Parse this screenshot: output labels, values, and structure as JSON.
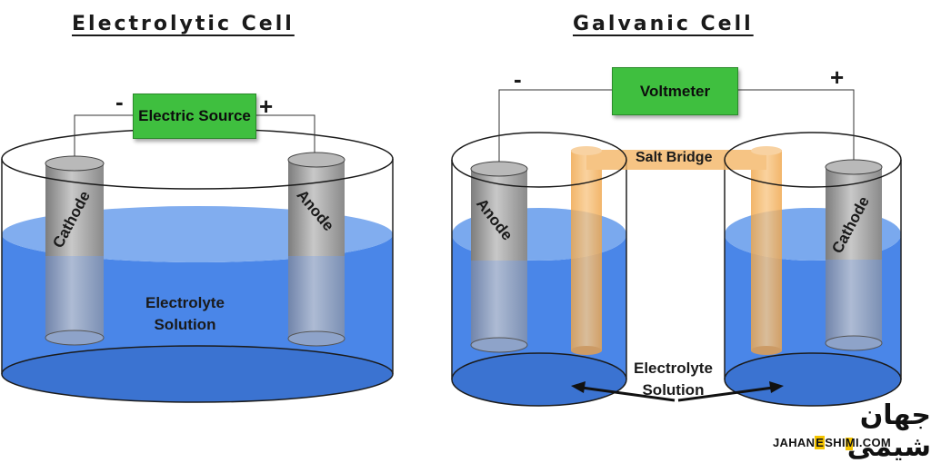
{
  "electrolytic": {
    "title": "Electrolytic Cell",
    "source_label": "Electric Source",
    "minus": "-",
    "plus": "+",
    "cathode": "Cathode",
    "anode": "Anode",
    "electrolyte_line1": "Electrolyte",
    "electrolyte_line2": "Solution"
  },
  "galvanic": {
    "title": "Galvanic Cell",
    "voltmeter_label": "Voltmeter",
    "minus": "-",
    "plus": "+",
    "salt_bridge": "Salt Bridge",
    "anode": "Anode",
    "cathode": "Cathode",
    "electrolyte_line1": "Electrolyte",
    "electrolyte_line2": "Solution"
  },
  "logo": {
    "brand": "جهان شیمی",
    "url_prefix": "JAHAN",
    "url_highlight": "E",
    "url_suffix": "SHIMI.COM"
  },
  "colors": {
    "liquid": "#4a86e8",
    "liquid_top": "#6fa3f0",
    "box_green": "#3fbf3f",
    "salt_bridge": "#f5b86a",
    "electrode": "#9a9a9a"
  }
}
